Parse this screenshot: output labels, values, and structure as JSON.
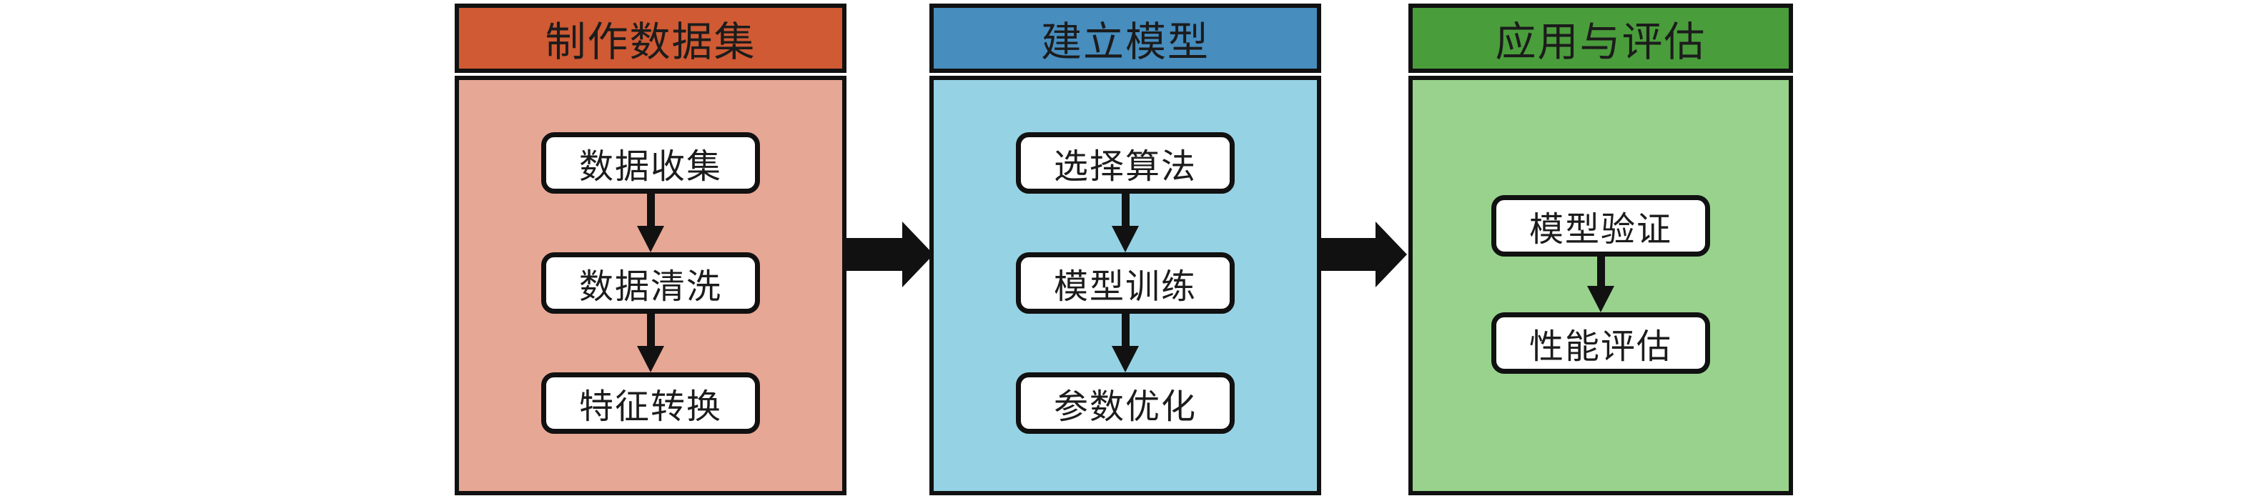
{
  "diagram": {
    "background_color": "#ffffff",
    "border_color": "#111111",
    "arrow_color": "#111111",
    "panels": [
      {
        "title": "制作数据集",
        "header_color": "#cf5a33",
        "body_color": "#e7a795",
        "steps": [
          "数据收集",
          "数据清洗",
          "特征转换"
        ]
      },
      {
        "title": "建立模型",
        "header_color": "#478dbe",
        "body_color": "#95d2e4",
        "steps": [
          "选择算法",
          "模型训练",
          "参数优化"
        ]
      },
      {
        "title": "应用与评估",
        "header_color": "#4a9d3b",
        "body_color": "#98d28d",
        "steps": [
          "模型验证",
          "性能评估"
        ]
      }
    ]
  }
}
